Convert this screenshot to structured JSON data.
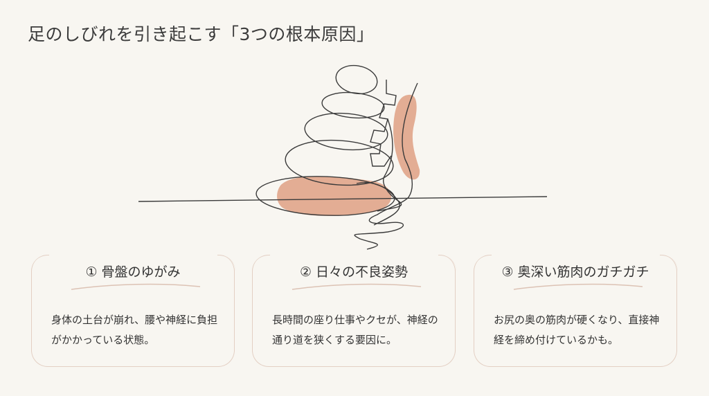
{
  "title": "足のしびれを引き起こす「3つの根本原因」",
  "colors": {
    "background": "#f8f6f1",
    "accent": "#e0a58a",
    "card_border": "#e3cfc3",
    "line": "#3a3a3a"
  },
  "cards": [
    {
      "title": "① 骨盤のゆがみ",
      "body": "身体の土台が崩れ、腰や神経に負担がかかっている状態。"
    },
    {
      "title": "② 日々の不良姿勢",
      "body": "長時間の座り仕事やクセが、神経の通り道を狭くする要因に。"
    },
    {
      "title": "③ 奥深い筋肉のガチガチ",
      "body": "お尻の奥の筋肉が硬くなり、直接神経を締め付けているかも。"
    }
  ]
}
